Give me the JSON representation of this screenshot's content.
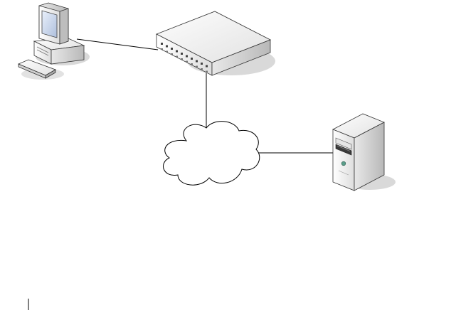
{
  "diagram": {
    "nodes": [
      {
        "id": "workstation",
        "kind": "desktop-computer",
        "icon": "desktop-computer-icon"
      },
      {
        "id": "switch",
        "kind": "network-switch",
        "icon": "network-switch-icon"
      },
      {
        "id": "cloud",
        "kind": "network-cloud",
        "icon": "cloud-icon"
      },
      {
        "id": "server",
        "kind": "tower-server",
        "icon": "server-icon"
      }
    ],
    "links": [
      {
        "from": "workstation",
        "to": "switch"
      },
      {
        "from": "switch",
        "to": "cloud"
      },
      {
        "from": "cloud",
        "to": "server"
      }
    ]
  },
  "colors": {
    "line": "#000000",
    "shadow": "#d9d9d9",
    "device_light": "#f7f7f7",
    "device_mid": "#dcdcdc",
    "device_dark": "#9a9a9a",
    "screen": "#c9d9f2",
    "cloud_fill": "#ffffff"
  }
}
